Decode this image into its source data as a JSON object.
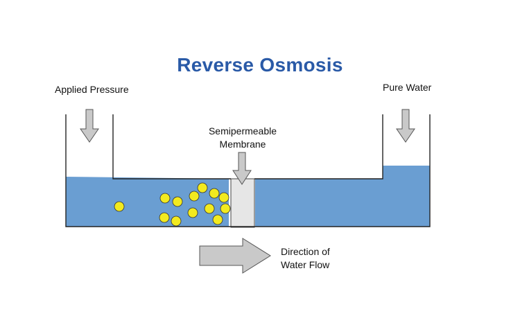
{
  "title": "Reverse Osmosis",
  "labels": {
    "applied_pressure": "Applied Pressure",
    "pure_water": "Pure Water",
    "membrane_line1": "Semipermeable",
    "membrane_line2": "Membrane",
    "flow_line1": "Direction of",
    "flow_line2": "Water Flow"
  },
  "colors": {
    "title": "#2a5aa7",
    "water": "#6a9ed2",
    "particle": "#f2ea1f",
    "arrow": "#c9c9c9",
    "membrane": "#e6e6e6",
    "outline": "#222222"
  },
  "icons": {
    "pressure_arrow": "down-arrow-icon",
    "pure_arrow": "down-arrow-icon",
    "membrane_arrow": "down-arrow-icon",
    "flow_arrow": "right-arrow-icon"
  }
}
